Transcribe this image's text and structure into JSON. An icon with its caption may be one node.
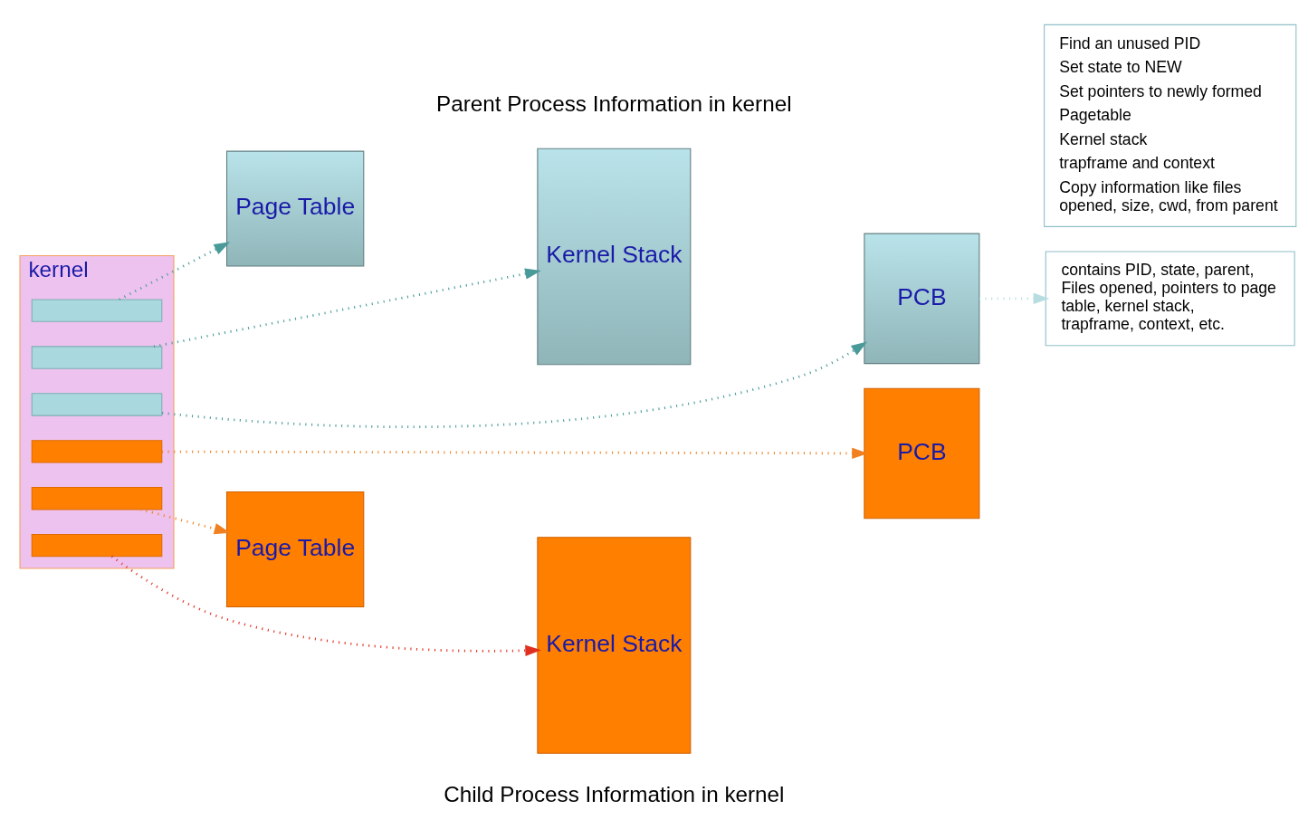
{
  "diagram": {
    "nodes": [
      {
        "text": [
          "kernel"
        ]
      },
      {
        "text": [],
        "shape": "bar",
        "in": 0
      },
      {
        "text": [],
        "shape": "bar",
        "in": 0
      },
      {
        "text": [],
        "shape": "bar",
        "in": 0
      },
      {
        "text": [],
        "shape": "bar",
        "in": 0
      },
      {
        "text": [],
        "shape": "bar",
        "in": 0
      },
      {
        "text": [],
        "shape": "bar",
        "in": 0
      },
      {
        "text": [
          "Page Table"
        ]
      },
      {
        "text": [
          "Kernel Stack"
        ]
      },
      {
        "text": [
          "PCB"
        ]
      },
      {
        "text": [
          "contains PID, state, parent, Files opened, pointers to page table, kernel stack, trapframe, context, etc."
        ]
      },
      {
        "text": [
          "Find an unused PID",
          "Set state to NEW",
          "Set pointers to newly formed",
          "Pagetable",
          "Kernel stack",
          "trapframe and context",
          "Copy information like files opened, size, cwd, from parent"
        ]
      },
      {
        "text": [
          "PCB"
        ]
      },
      {
        "text": [
          "Page Table"
        ]
      },
      {
        "text": [
          "Kernel Stack"
        ]
      }
    ],
    "edges": [
      {
        "from": 1,
        "to": 7,
        "arrow": "to",
        "color": "#4a9a9a"
      },
      {
        "from": 2,
        "to": 8,
        "arrow": "to",
        "color": "#4a9a9a"
      },
      {
        "from": 3,
        "to": 9,
        "arrow": "to",
        "color": "#4a9a9a"
      },
      {
        "from": 9,
        "to": 10,
        "arrow": "to",
        "color": "#b8dde0"
      },
      {
        "from": 4,
        "to": 12,
        "arrow": "to",
        "color": "#f08020"
      },
      {
        "from": 5,
        "to": 13,
        "arrow": "to",
        "color": "#f08020"
      },
      {
        "from": 6,
        "to": 14,
        "arrow": "to",
        "color": "#e03020"
      }
    ],
    "labels": [
      "Parent Process Information in kernel",
      "Child Process Information in kernel"
    ]
  }
}
